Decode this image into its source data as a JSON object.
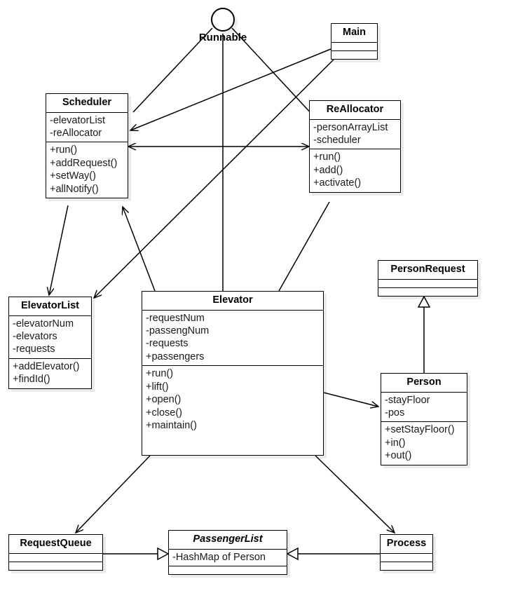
{
  "diagram": {
    "title": "Elevator System UML Class Diagram",
    "background_color": "#ffffff",
    "line_color": "#000000"
  },
  "nodes": {
    "runnable": {
      "label": "Runnable",
      "kind": "interface-lollipop"
    },
    "main": {
      "name": "Main",
      "attributes": [],
      "methods": []
    },
    "scheduler": {
      "name": "Scheduler",
      "attributes": [
        "-elevatorList",
        "-reAllocator"
      ],
      "methods": [
        "+run()",
        "+addRequest()",
        "+setWay()",
        "+allNotify()"
      ]
    },
    "reallocator": {
      "name": "ReAllocator",
      "attributes": [
        "-personArrayList",
        "-scheduler"
      ],
      "methods": [
        "+run()",
        "+add()",
        "+activate()"
      ]
    },
    "elevatorlist": {
      "name": "ElevatorList",
      "attributes": [
        "-elevatorNum",
        "-elevators",
        "-requests"
      ],
      "methods": [
        "+addElevator()",
        "+findId()"
      ]
    },
    "elevator": {
      "name": "Elevator",
      "attributes": [
        "-requestNum",
        "-passengNum",
        "-requests",
        "+passengers"
      ],
      "methods": [
        "+run()",
        "+lift()",
        "+open()",
        "+close()",
        "+maintain()"
      ]
    },
    "personrequest": {
      "name": "PersonRequest",
      "attributes": [],
      "methods": []
    },
    "person": {
      "name": "Person",
      "attributes": [
        "-stayFloor",
        "-pos"
      ],
      "methods": [
        "+setStayFloor()",
        "+in()",
        "+out()"
      ]
    },
    "requestqueue": {
      "name": "RequestQueue",
      "attributes": [],
      "methods": []
    },
    "passengerlist": {
      "name": "PassengerList",
      "abstract": true,
      "attributes": [
        "-HashMap of Person"
      ],
      "methods": []
    },
    "process": {
      "name": "Process",
      "attributes": [],
      "methods": []
    }
  },
  "edges": [
    {
      "from": "runnable",
      "to": "scheduler",
      "type": "realization-line"
    },
    {
      "from": "runnable",
      "to": "elevator",
      "type": "realization-line"
    },
    {
      "from": "runnable",
      "to": "reallocator",
      "type": "realization-line"
    },
    {
      "from": "main",
      "to": "scheduler",
      "type": "association-arrow"
    },
    {
      "from": "main",
      "to": "elevatorlist",
      "type": "association-arrow"
    },
    {
      "from": "scheduler",
      "to": "reallocator",
      "type": "bidirectional-arrow"
    },
    {
      "from": "scheduler",
      "to": "elevatorlist",
      "type": "association-arrow"
    },
    {
      "from": "elevator",
      "to": "scheduler",
      "type": "association-arrow"
    },
    {
      "from": "reallocator",
      "to": "elevator",
      "type": "association-line"
    },
    {
      "from": "elevator",
      "to": "person",
      "type": "association-arrow"
    },
    {
      "from": "person",
      "to": "personrequest",
      "type": "generalization"
    },
    {
      "from": "elevator",
      "to": "requestqueue",
      "type": "association-arrow"
    },
    {
      "from": "elevator",
      "to": "process",
      "type": "association-arrow"
    },
    {
      "from": "requestqueue",
      "to": "passengerlist",
      "type": "aggregation"
    },
    {
      "from": "process",
      "to": "passengerlist",
      "type": "aggregation"
    }
  ]
}
